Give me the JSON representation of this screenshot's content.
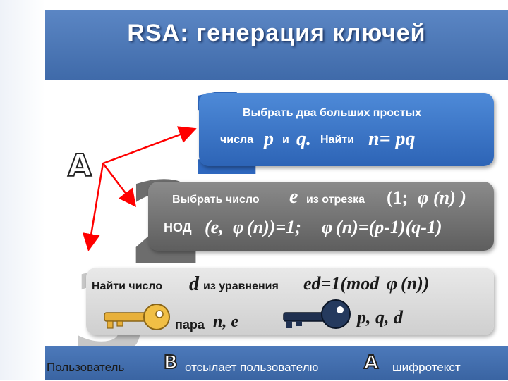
{
  "title": "RSA: генерация ключей",
  "step1": {
    "number": "1",
    "line1": "Выбрать два больших простых",
    "prefix": "числа",
    "p": "p",
    "and": "и",
    "q": "q.",
    "find": "Найти",
    "formula": "n= pq"
  },
  "step2": {
    "number": "2",
    "prefix": "Выбрать число",
    "e": "e",
    "range_text": "из отрезка",
    "interval_open": "(1;",
    "phi1": "φ",
    "interval_close": "(n) )",
    "gcd_label": "НОД",
    "gcd_formula_a": "(e,",
    "phi2": "φ",
    "gcd_formula_b": "(n))=1;",
    "phi3": "φ",
    "phi_formula": "(n)=(p-1)(q-1)"
  },
  "step3": {
    "number": "3",
    "prefix": "Найти число",
    "d": "d",
    "equation_text": "из уравнения",
    "eq_a": "ed=1(mod",
    "phi4": "φ",
    "eq_b": "(n))",
    "pair_label": "пара",
    "pair_value": "n, e",
    "private_value": "p, q, d"
  },
  "user_a": "A",
  "footer": {
    "user_label": "Пользователь",
    "user_b": "B",
    "sends_text": "отсылает пользователю",
    "user_a": "A",
    "ciphertext": "шифротекст"
  },
  "colors": {
    "header": "#4a78b9",
    "step1_panel": "#3a74c8",
    "step2_panel": "#707070",
    "step3_panel": "#dcdcdc",
    "arrow": "#ff0000",
    "gold_key": "#e8b03a",
    "dark_key": "#1f3050"
  },
  "icons": [
    "gold-key-icon",
    "dark-key-icon",
    "red-arrow-icon"
  ]
}
